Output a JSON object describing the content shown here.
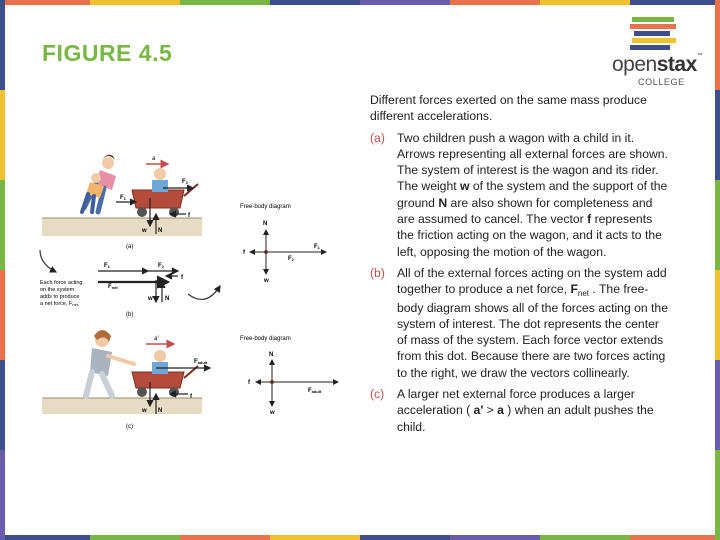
{
  "title": "FIGURE 4.5",
  "logo": {
    "word_light": "open",
    "word_bold": "stax",
    "tm": "™",
    "sub": "COLLEGE"
  },
  "colors": {
    "accent_green": "#78b743",
    "label_red": "#c0504d",
    "stripe": [
      "#e8734a",
      "#f2c12e",
      "#78b743",
      "#3d4e8c",
      "#6a5cad",
      "#e8734a",
      "#f2c12e",
      "#3d4e8c"
    ],
    "logo_bars": [
      "#78b743",
      "#e8734a",
      "#3d4e8c",
      "#f2c12e",
      "#3d4e8c"
    ]
  },
  "intro": "Different forces exerted on the same mass produce different accelerations.",
  "items": [
    {
      "label": "(a)",
      "text_before_w": "Two children push a wagon with a child in it. Arrows representing all external forces are shown. The system of interest is the wagon and its rider. The weight ",
      "w": "w",
      "text_before_N": " of the system and the support of the ground ",
      "N": "N",
      "text_before_f": " are also shown for completeness and are assumed to cancel. The vector ",
      "f": "f",
      "text_after": " represents the friction acting on the wagon, and it acts to the left, opposing the motion of the wagon."
    },
    {
      "label": "(b)",
      "text_before_F": "All of the external forces acting on the system add together to produce a net force, ",
      "F": "F",
      "F_sub": "net",
      "text_after": " . The free-body diagram shows all of the forces acting on the system of interest. The dot represents the center of mass of the system. Each force vector extends from this dot. Because there are two forces acting to the right, we draw the vectors collinearly."
    },
    {
      "label": "(c)",
      "text_before": "A larger net external force produces a larger acceleration ( ",
      "a_prime": "a′",
      "gt": " > ",
      "a": "a",
      "text_after": " ) when an adult pushes the child."
    }
  ],
  "figure": {
    "fbd_label": "Free-body diagram",
    "panel_a": "(a)",
    "panel_b": "(b)",
    "panel_c": "(c)",
    "a": "a",
    "a_prime": "a′",
    "F1": "F",
    "F1_sub": "1",
    "F2": "F",
    "F2_sub": "2",
    "f": "f",
    "w": "w",
    "N": "N",
    "Fnet": "F",
    "Fnet_sub": "net",
    "Fadult": "F",
    "Fadult_sub": "adult",
    "note_lines": [
      "Each force acting",
      "on the system",
      "adds to produce",
      "a net force, F"
    ],
    "note_sub": "net",
    "note_end": "."
  }
}
